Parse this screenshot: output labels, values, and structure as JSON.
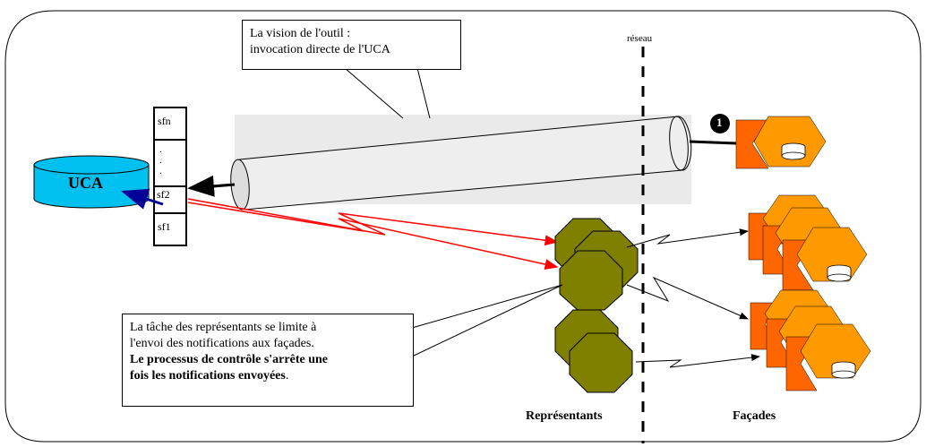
{
  "callout_top": {
    "line1": "La vision de l'outil :",
    "line2": "invocation directe de l'UCA"
  },
  "network_label": "réseau",
  "uca_label": "UCA",
  "stack": {
    "top": "sfn",
    "dots": ". . .",
    "sf2": "sf2",
    "sf1": "sf1"
  },
  "marker": "1",
  "callout_bottom": {
    "normal1": "La tâche des représentants se limite à",
    "normal2": "l'envoi des notifications aux façades.",
    "bold1": "Le processus de contrôle s'arrête une",
    "bold2": "fois les notifications envoyées",
    "end": "."
  },
  "label_representants": "Représentants",
  "label_facades": "Façades",
  "colors": {
    "uca_fill": "#00c0f0",
    "representant_fill": "#808000",
    "facade_dark": "#ff6600",
    "facade_light": "#ff9900",
    "red_arrow": "#ff0000",
    "blue_arrow": "#000099",
    "tube_fill": "#eaeaea"
  }
}
